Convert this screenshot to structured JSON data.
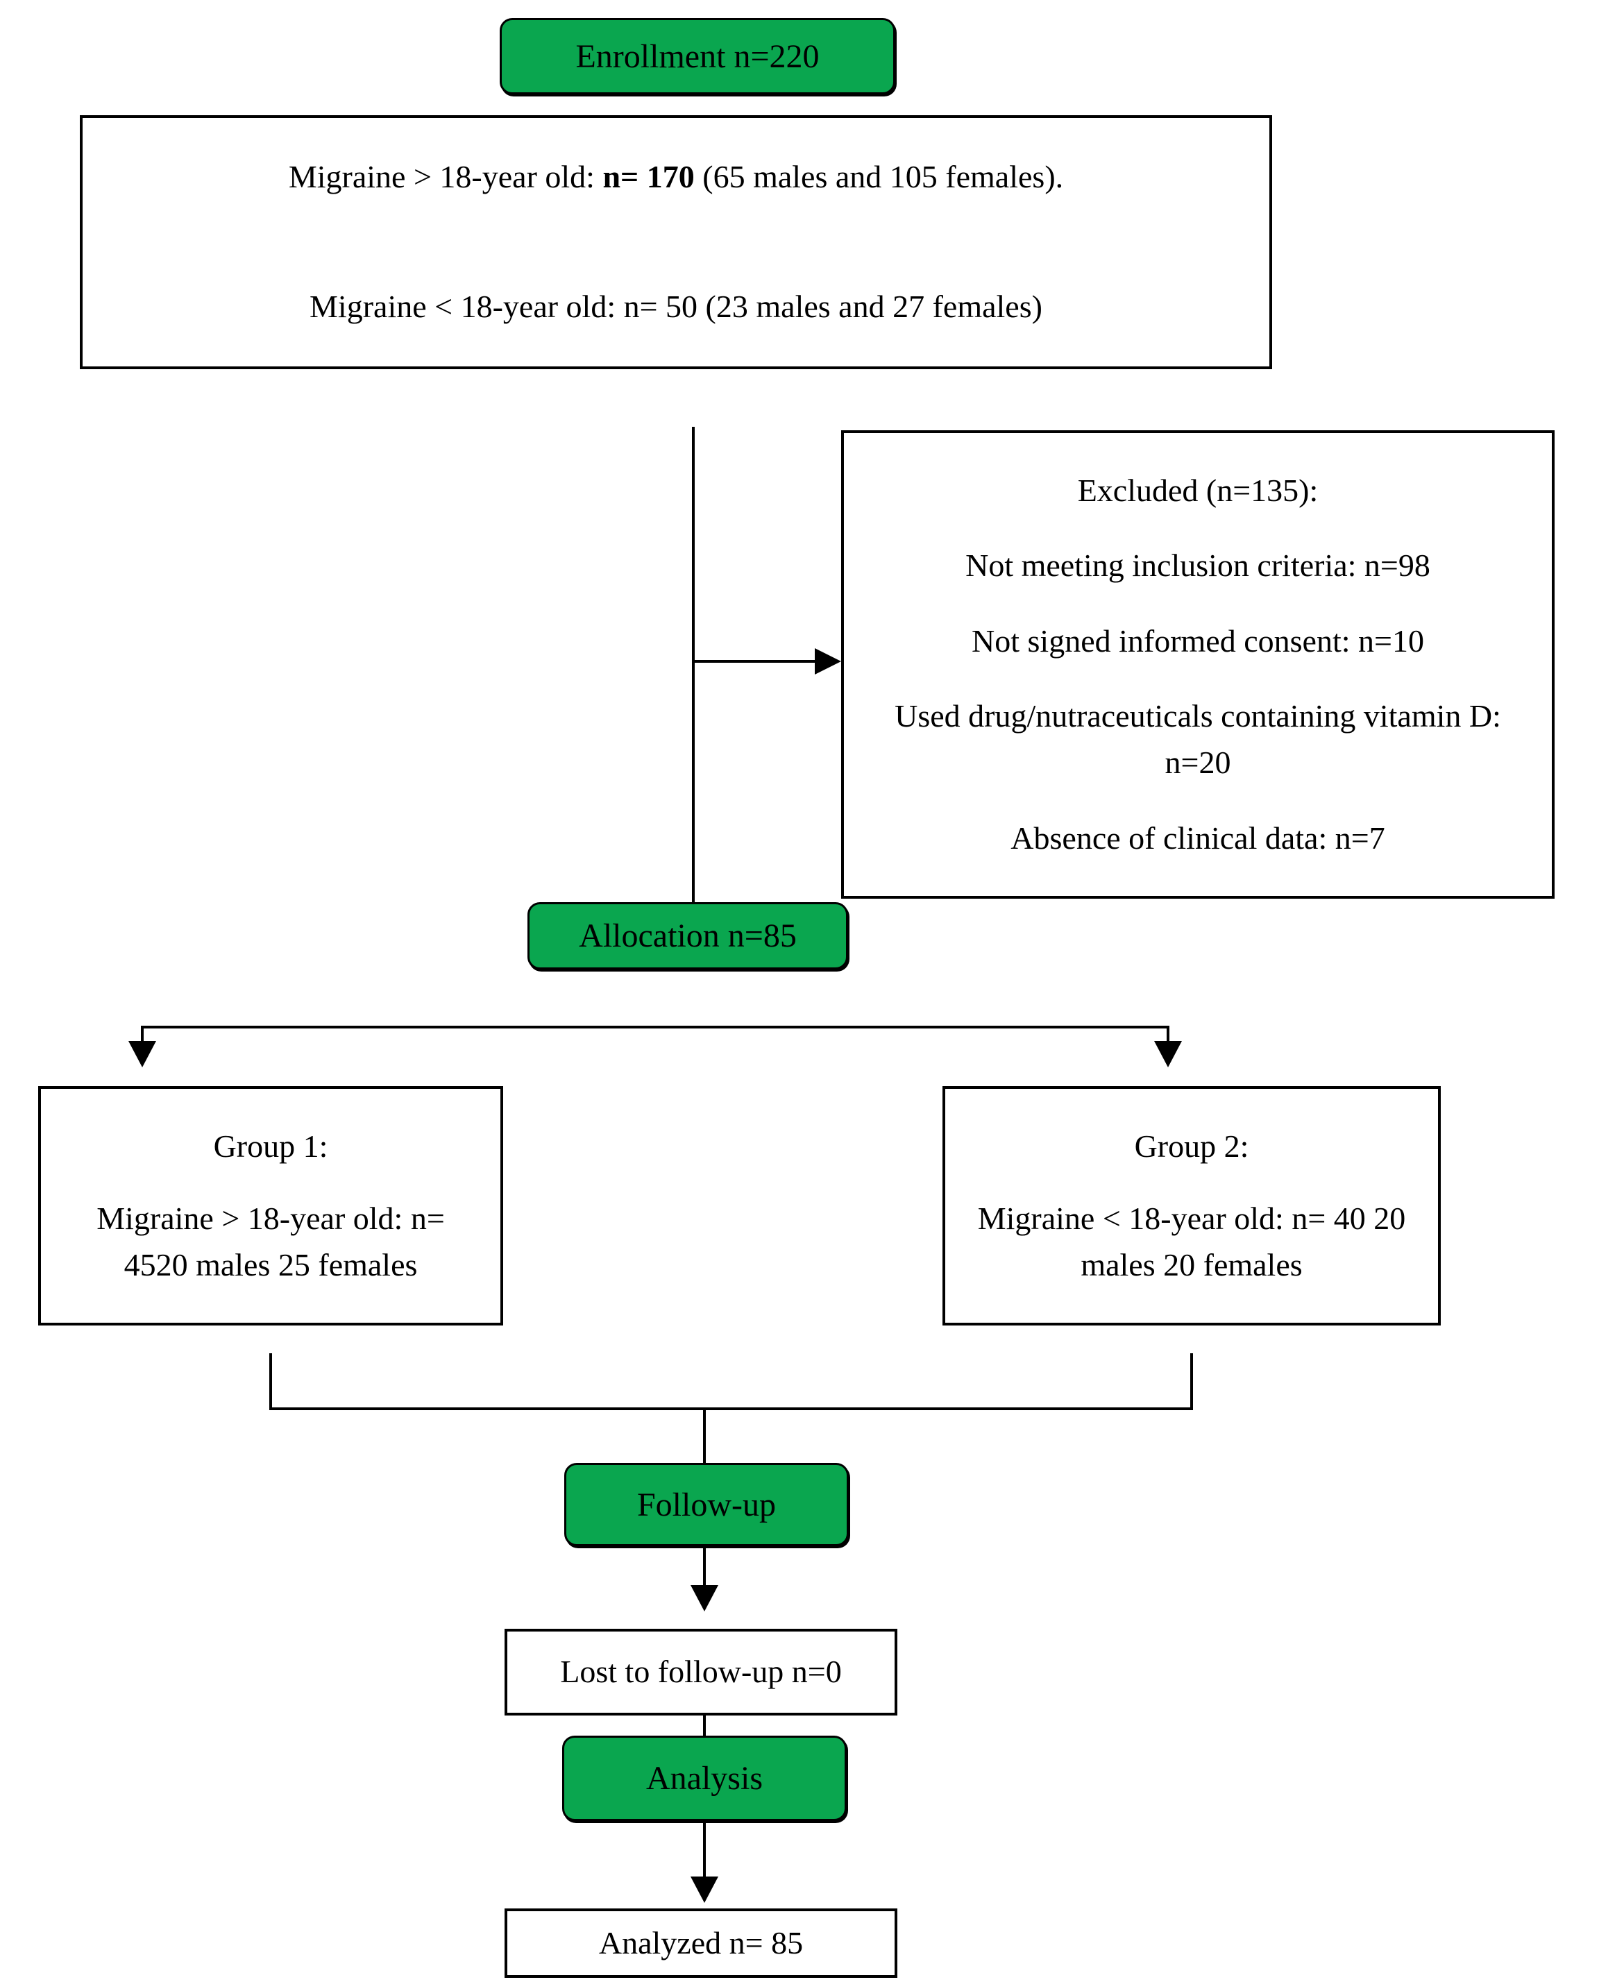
{
  "colors": {
    "green": "#0aa64f",
    "line": "#000000",
    "background": "#ffffff"
  },
  "nodes": {
    "enrollment": {
      "label": "Enrollment n=220"
    },
    "eligibility": {
      "line1_prefix": "Migraine > 18-year old: ",
      "line1_bold": "n= 170",
      "line1_suffix": " (65 males and 105 females).",
      "line2": "Migraine < 18-year old: n= 50 (23 males and 27 females)"
    },
    "excluded": {
      "title": "Excluded (n=135):",
      "items": [
        "Not meeting inclusion criteria: n=98",
        "Not signed informed consent: n=10",
        "Used drug/nutraceuticals containing vitamin D: n=20",
        "Absence of clinical data: n=7"
      ]
    },
    "allocation": {
      "label": "Allocation n=85"
    },
    "group1": {
      "title": "Group 1:",
      "lines": [
        "Migraine > 18-year old: n=",
        "4520 males 25 females"
      ]
    },
    "group2": {
      "title": "Group 2:",
      "lines": [
        "Migraine < 18-year old: n= 40 20",
        "males 20 females"
      ]
    },
    "followup": {
      "label": "Follow-up"
    },
    "lost": {
      "label": "Lost to follow-up n=0"
    },
    "analysis": {
      "label": "Analysis"
    },
    "analyzed": {
      "label": "Analyzed n= 85"
    }
  }
}
